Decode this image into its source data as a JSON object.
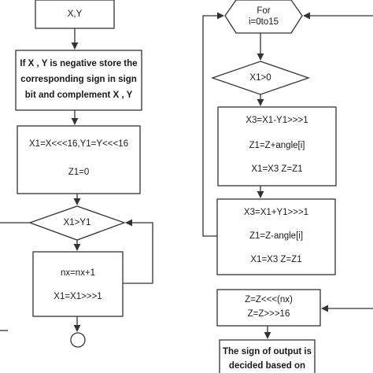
{
  "left_column": {
    "input_box": "X,Y",
    "sign_box": [
      "If X , Y is negative store the",
      "corresponding sign in sign",
      "bit and complement X , Y"
    ],
    "init_box": [
      "X1=X<<<16,Y1=Y<<<16",
      "Z1=0"
    ],
    "compare_diamond": "X1>Y1",
    "normalize_box": [
      "nx=nx+1",
      "X1=X1>>>1"
    ]
  },
  "right_column": {
    "loop_hexagon": [
      "For",
      "i=0to15"
    ],
    "decision_diamond": "X1>0",
    "positive_branch_box": [
      "X3=X1-Y1>>>1",
      "Z1=Z+angle[i]",
      "X1=X3 Z=Z1"
    ],
    "negative_branch_box": [
      "X3=X1+Y1>>>1",
      "Z1=Z-angle[i]",
      "X1=X3 Z=Z1"
    ],
    "scale_box": [
      "Z=Z<<<(nx)",
      "Z=Z>>>16"
    ],
    "output_box": [
      "The sign of output is",
      "decided based on"
    ]
  }
}
